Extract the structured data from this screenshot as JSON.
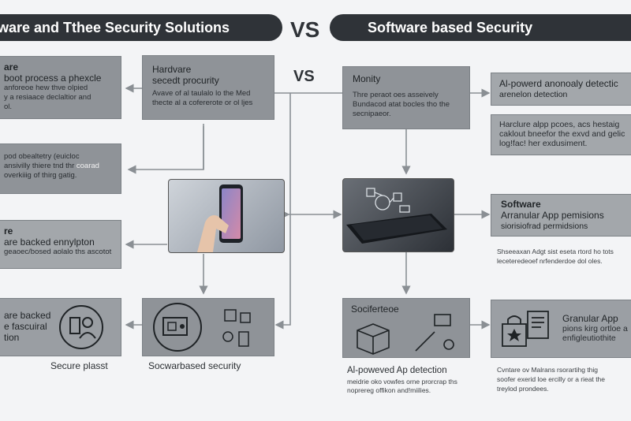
{
  "header": {
    "left_title": "lware and Tthee Security Solutions",
    "vs_big": "VS",
    "right_title": "Software based Security",
    "vs_small": "VS"
  },
  "left_boxes": [
    {
      "title": "are",
      "lines": [
        "boot process a phexcle",
        "anforeoe hew thve olpied",
        "y a resiaace declaltior and",
        "ol."
      ]
    },
    {
      "title": "",
      "lines": [
        "pod obealtetry (euicloc",
        "ansivilly thiere tnd thr",
        "overkiiig of thirg gatig."
      ],
      "highlight": "coarad"
    },
    {
      "title": "re",
      "lines": [
        "are backed ennylpton",
        "geaoec/bosed aolalo ths ascotot"
      ]
    },
    {
      "title": "are backed",
      "lines": [
        "e fascuiral",
        "tion"
      ]
    }
  ],
  "middle_boxes": {
    "hardware": {
      "title_1": "Hardvare",
      "title_2": "secedt procurity",
      "lines": [
        "Avave of al taulalo lo the Med",
        "thecte al a cofererote or ol ljes"
      ]
    },
    "monity": {
      "title": "Monity",
      "lines": [
        "Thre peraot oes asseively",
        "Bundacod atat bocles tho the",
        "secnipaeor."
      ]
    },
    "soft_ops": {
      "label": "Sociferteoe"
    },
    "sw_bottom_caption": "Socwarbased security",
    "secure_caption": "Secure plasst"
  },
  "right_boxes": [
    {
      "lines": [
        "Al-powerd anonoaly detectic",
        "arenelon detection"
      ]
    },
    {
      "lines": [
        "Harclure alpp pcoes, acs hestaig",
        "caklout bneefor the exvd and gelic",
        "log!fac! her exdusiment."
      ]
    },
    {
      "title": "Software",
      "lines": [
        "Arranular App pemisions",
        "siorisiofrad permidsions"
      ]
    },
    {
      "lines": [
        "Granular App",
        "pions kirg ortloe a",
        "enfigleutiothite"
      ]
    }
  ],
  "right_captions": [
    {
      "lines": [
        "Shseeaxan Adgt sist eseta rtord ho tots",
        "leceteredeoef nrfenderdoe dol oles."
      ]
    },
    {
      "lines": [
        "Cvntare ov Malrans rsorartihg thig",
        "soofer exerid loe ercilly or a rieat the",
        "treylod prondees."
      ]
    }
  ],
  "ai_caption": {
    "title": "Al-poweved Ap detection",
    "lines": [
      "meidrie oko vowfes orne prorcrap ths",
      "noprereg offikon and!miilies."
    ]
  }
}
